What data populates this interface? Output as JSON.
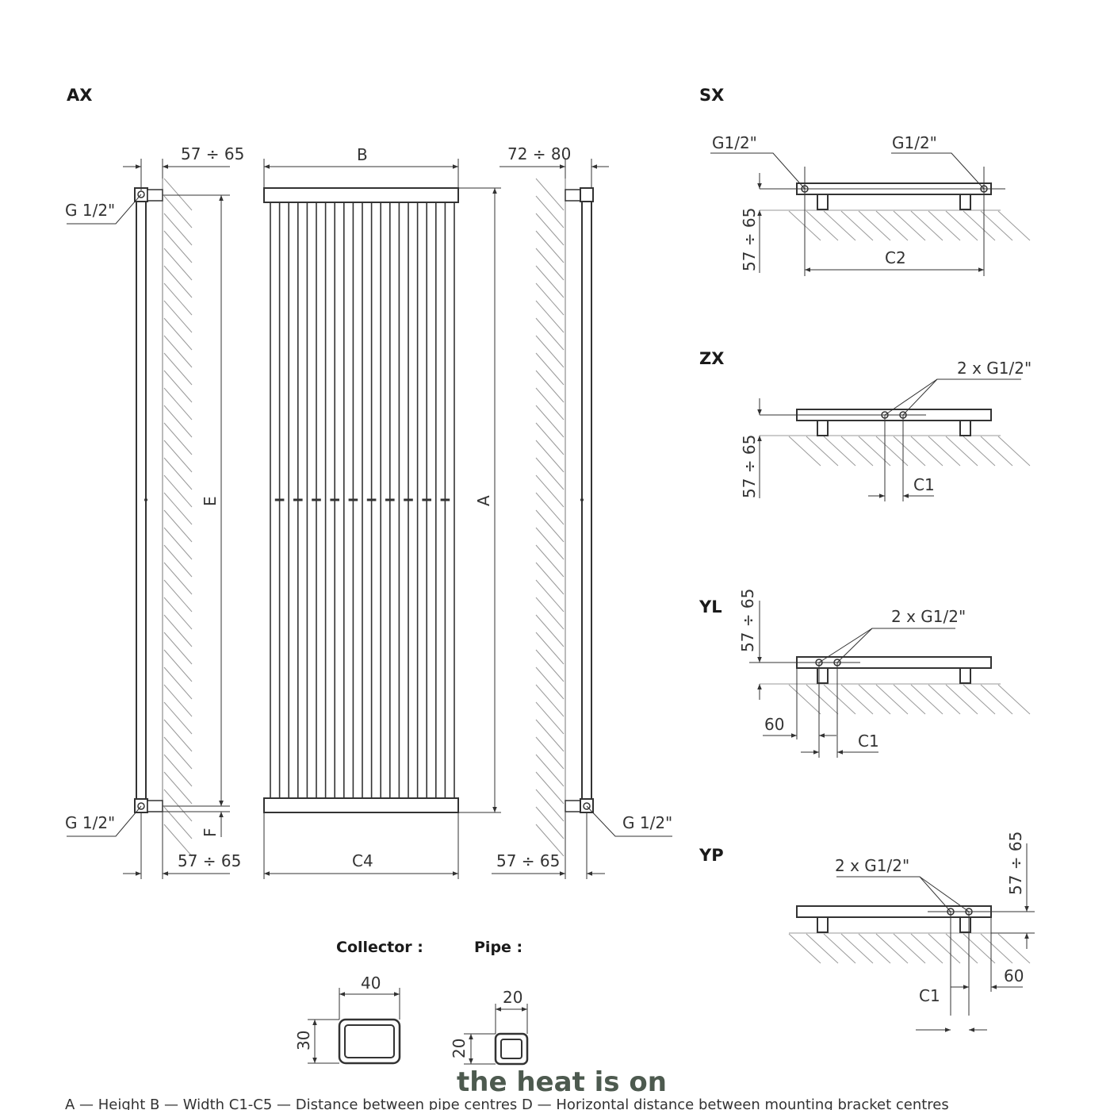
{
  "variants": {
    "ax": {
      "title": "AX"
    },
    "sx": {
      "title": "SX"
    },
    "zx": {
      "title": "ZX"
    },
    "yl": {
      "title": "YL"
    },
    "yp": {
      "title": "YP"
    }
  },
  "labels": {
    "g_half_spaced": "G 1/2\"",
    "g_half": "G1/2\"",
    "two_g_half": "2 x G1/2\"",
    "r57_65": "57 ÷ 65",
    "r72_80": "72 ÷ 80",
    "A": "A",
    "B": "B",
    "C1": "C1",
    "C2": "C2",
    "C4": "C4",
    "E": "E",
    "F": "F",
    "sixty": "60"
  },
  "sections": {
    "collector": {
      "title": "Collector :",
      "width": "40",
      "height": "30"
    },
    "pipe": {
      "title": "Pipe :",
      "width": "20",
      "height": "20"
    }
  },
  "logo": {
    "text": "the heat is on"
  },
  "legend": {
    "text": "A — Height    B — Width    C1-C5 — Distance between pipe centres    D — Horizontal distance between mounting bracket centres"
  },
  "colors": {
    "line": "#333333",
    "hatch": "#9a9a9a",
    "logo": "#4d5a4f"
  }
}
